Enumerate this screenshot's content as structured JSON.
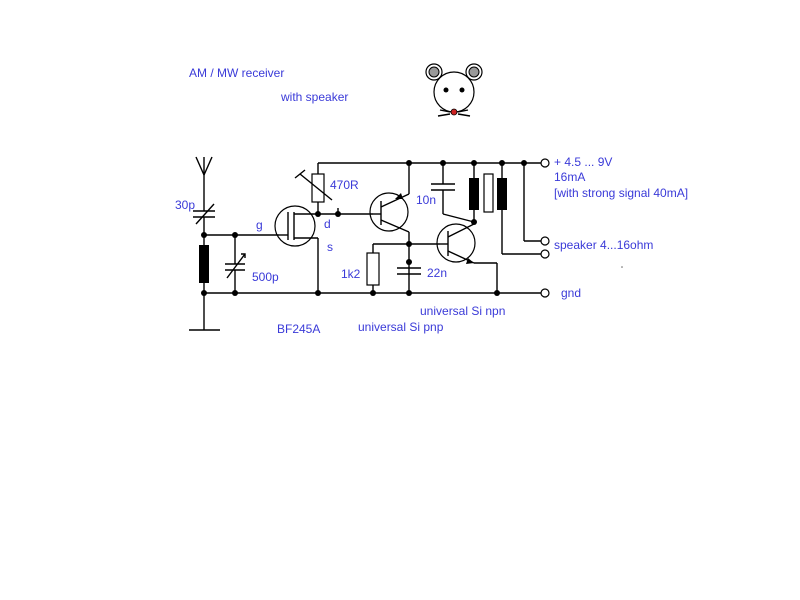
{
  "title": {
    "line1": "AM / MW receiver",
    "line2": "with speaker"
  },
  "components": {
    "trimmer": "30p",
    "tuning_cap": "500p",
    "fet_gate": "g",
    "fet_drain": "d",
    "fet_source": "s",
    "fet_type": "BF245A",
    "pot": "470R",
    "cap_10n": "10n",
    "res_1k2": "1k2",
    "cap_22n": "22n",
    "npn_label": "universal Si npn",
    "pnp_label": "universal Si pnp"
  },
  "supply": {
    "voltage": "+ 4.5 ... 9V",
    "current": "16mA",
    "note": "[with strong signal 40mA]"
  },
  "speaker": "speaker 4...16ohm",
  "gnd": "gnd",
  "colors": {
    "label": "#3a3ad8",
    "wire": "#000000",
    "mouse_nose": "#cc2222"
  }
}
